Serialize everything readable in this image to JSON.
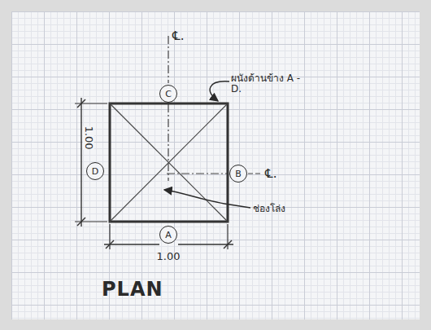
{
  "diagram": {
    "nodes": [
      {
        "text": [
          "C"
        ]
      },
      {
        "text": [
          "D"
        ]
      },
      {
        "text": [
          "B"
        ]
      },
      {
        "text": [
          "A"
        ]
      }
    ],
    "labels": [
      "℄.",
      "ผนังด้านข้าง A - D.",
      "℄.",
      "ช่องโล่ง",
      "1.00",
      "1.00",
      "PLAN"
    ]
  }
}
